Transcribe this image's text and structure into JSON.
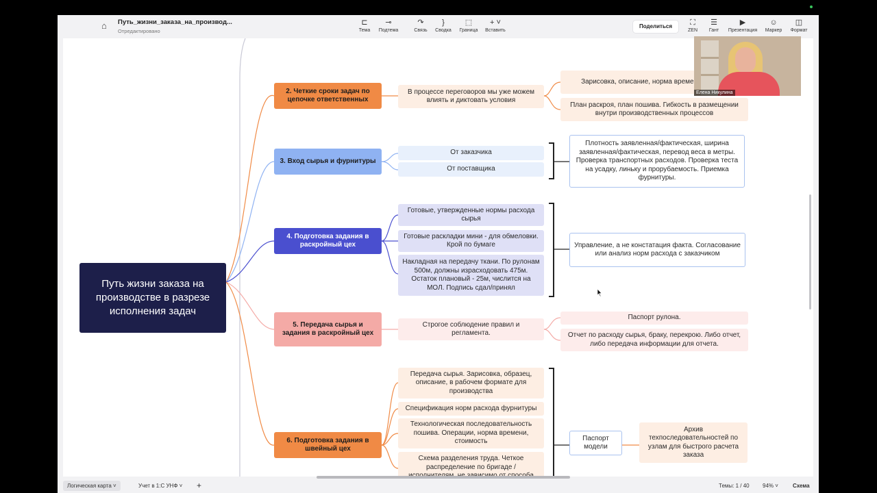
{
  "document": {
    "title": "Путь_жизни_заказа_на_производ...",
    "status": "Отредактировано"
  },
  "toolbar": {
    "items": [
      {
        "label": "Тема",
        "icon": "topic-icon"
      },
      {
        "label": "Подтема",
        "icon": "subtopic-icon"
      },
      {
        "label": "Связь",
        "icon": "relationship-icon"
      },
      {
        "label": "Сводка",
        "icon": "summary-icon"
      },
      {
        "label": "Граница",
        "icon": "boundary-icon"
      },
      {
        "label": "Вставить",
        "icon": "insert-icon"
      }
    ],
    "share_label": "Поделиться",
    "right_items": [
      {
        "label": "ZEN",
        "icon": "zen-icon"
      },
      {
        "label": "Гант",
        "icon": "gantt-icon"
      },
      {
        "label": "Презентация",
        "icon": "presentation-icon"
      },
      {
        "label": "Маркер",
        "icon": "marker-icon"
      },
      {
        "label": "Формат",
        "icon": "format-icon"
      }
    ]
  },
  "map": {
    "root": "Путь жизни заказа на производстве в разрезе исполнения задач",
    "branch2": {
      "title": "2. Четкие сроки задач по цепочке ответственных",
      "sub": "В процессе переговоров мы уже можем влиять и диктовать условия",
      "leaf1": "Зарисовка, описание, норма времени, пошив.",
      "leaf2": "План раскроя, план пошива. Гибкость в размещении внутри производственных процессов"
    },
    "branch3": {
      "title": "3. Вход сырья и фурнитуры",
      "sub1": "От заказчика",
      "sub2": "От поставщика",
      "outcome": "Плотность заявленная/фактическая, ширина заявленная/фактическая, перевод веса в метры. Проверка транспортных расходов. Проверка теста на усадку, линьку и прорубаемость. Приемка фурнитуры."
    },
    "branch4": {
      "title": "4. Подготовка задания в раскройный цех",
      "sub1": "Готовые, утвержденные нормы расхода сырья",
      "sub2": "Готовые раскладки мини - для обмеловки. Крой по бумаге",
      "sub3": "Накладная на передачу ткани. По рулонам 500м, должны израсходовать 475м. Остаток плановый - 25м, числится на МОЛ. Подпись сдал/принял",
      "outcome": "Управление, а не констатация факта. Согласование или анализ норм расхода с заказчиком"
    },
    "branch5": {
      "title": "5. Передача сырья и задания в раскройный цех",
      "sub": "Строгое соблюдение правил и регламента.",
      "leaf1": "Паспорт рулона.",
      "leaf2": "Отчет по расходу сырья, браку, перекрою. Либо отчет, либо передача информации для отчета."
    },
    "branch6": {
      "title": "6. Подготовка задания в швейный цех",
      "sub1": "Передача сырья. Зарисовка, образец, описание, в рабочем формате для производства",
      "sub2": "Спецификация норм расхода фурнитуры",
      "sub3": "Технологическая последовательность пошива. Операции, норма времени, стоимость",
      "sub4": "Схема разделения труда. Четкое распределение по бригаде / исполнителям, не зависимо от способа пошива инд пошив / бригада",
      "outcome": "Паспорт модели",
      "outcome_note": "Архив техпоследовательностей по узлам для быстрого расчета заказа"
    }
  },
  "video": {
    "participant": "Елена Никулина"
  },
  "bottombar": {
    "sheet1": "Логическая карта",
    "sheet2": "Учет в 1:С УНФ",
    "add": "+",
    "topics": "Темы: 1 / 40",
    "zoom": "94%",
    "view": "Схема"
  },
  "colors": {
    "root": "#1d1f4a",
    "orange": "#f08a45",
    "blue": "#8fb2f2",
    "indigo": "#4a4fcf",
    "pink": "#f4aaa6"
  }
}
